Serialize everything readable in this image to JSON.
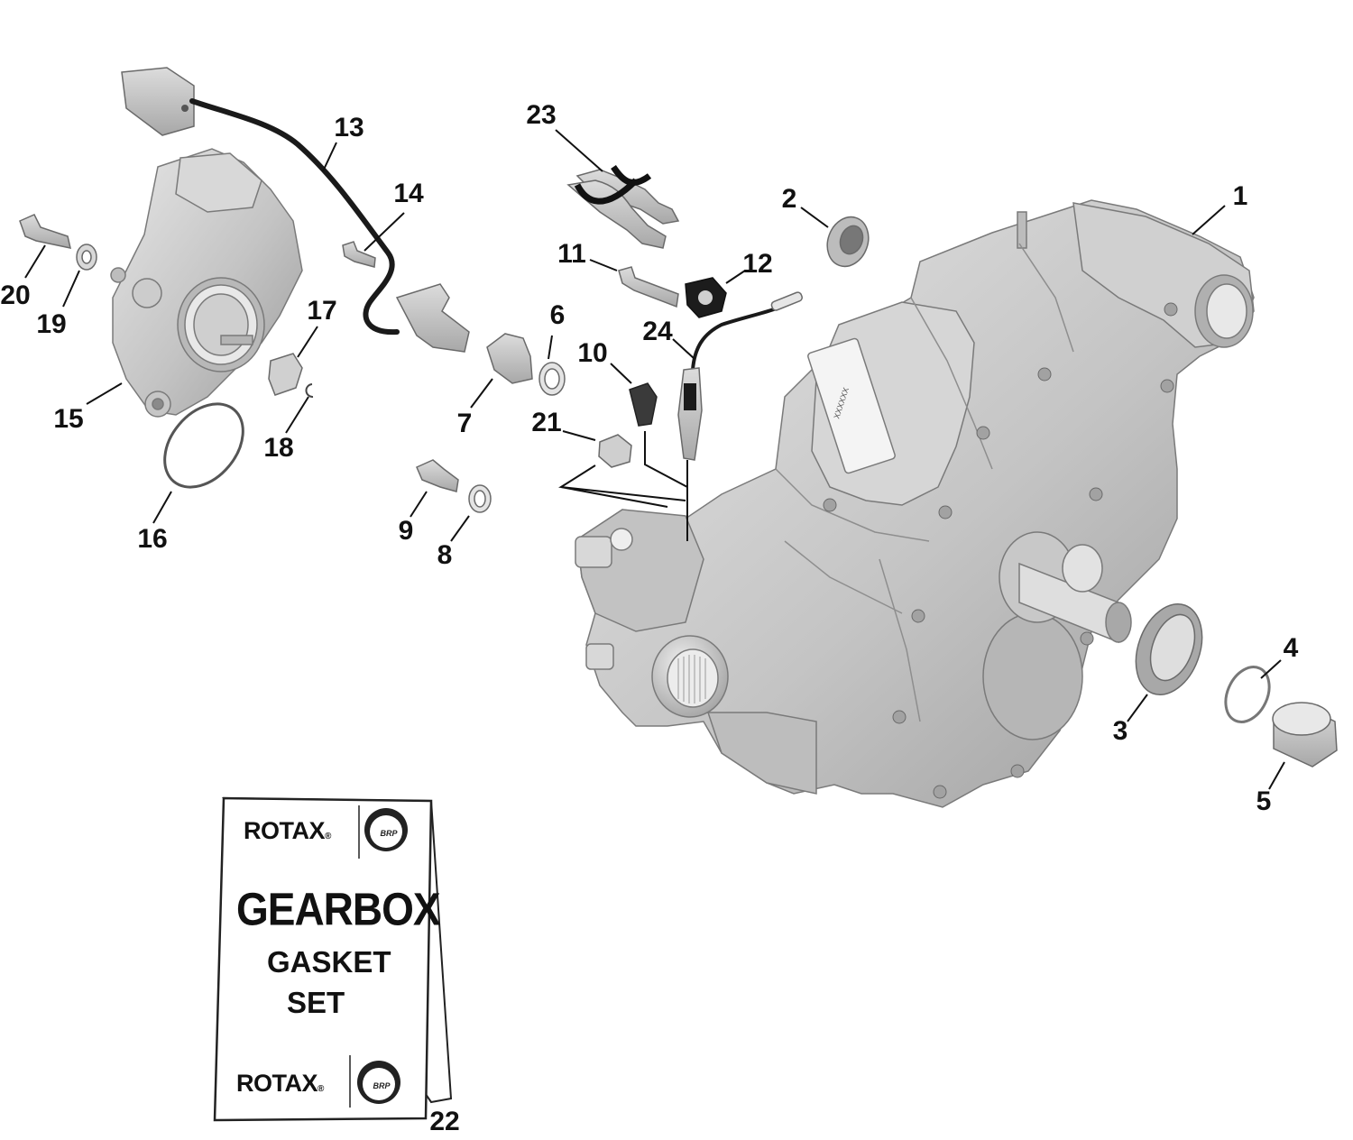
{
  "callouts": {
    "n1": "1",
    "n2": "2",
    "n3": "3",
    "n4": "4",
    "n5": "5",
    "n6": "6",
    "n7": "7",
    "n8": "8",
    "n9": "9",
    "n10": "10",
    "n11": "11",
    "n12": "12",
    "n13": "13",
    "n14": "14",
    "n15": "15",
    "n16": "16",
    "n17": "17",
    "n18": "18",
    "n19": "19",
    "n20": "20",
    "n21": "21",
    "n22": "22",
    "n23": "23",
    "n24": "24"
  },
  "gasket_card": {
    "brand_top": "ROTAX",
    "brand_bottom": "ROTAX",
    "logo_text_top": "BRP",
    "logo_text_bottom": "BRP",
    "title": "GEARBOX",
    "subtitle_line1": "GASKET",
    "subtitle_line2": "SET"
  },
  "housing_label": "XXXXXX",
  "colors": {
    "part_fill": "#c9c9c9",
    "part_light": "#e3e3e3",
    "part_shadow": "#9a9a9a",
    "outline": "#5a5a5a",
    "leader": "#111111",
    "wire": "#1a1a1a"
  }
}
